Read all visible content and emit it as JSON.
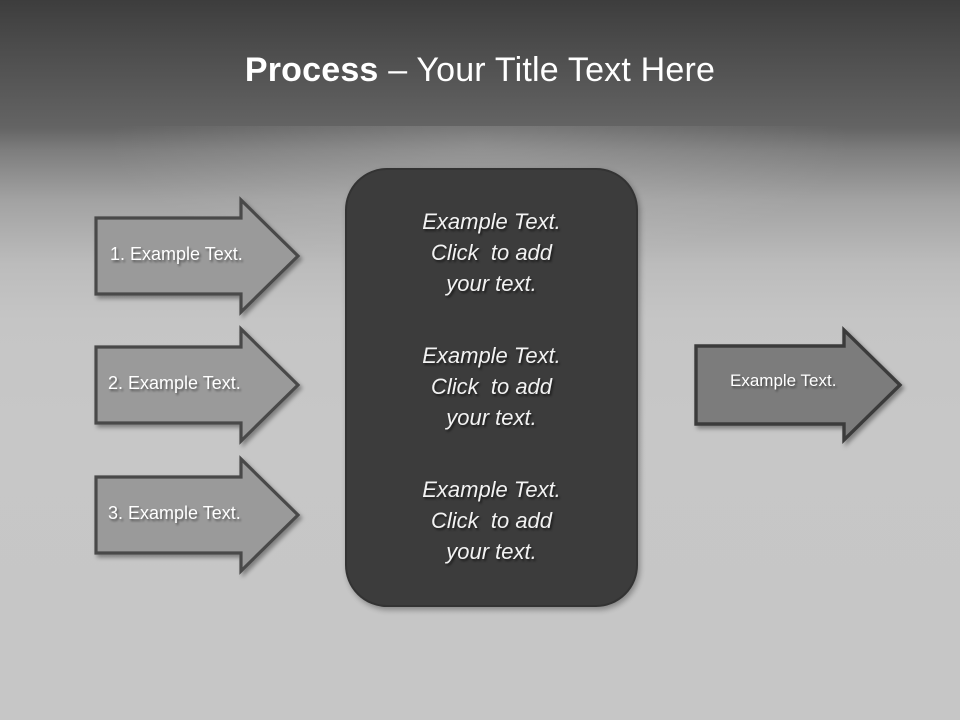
{
  "slide": {
    "title_bold": "Process",
    "title_rest": " – Your Title Text Here",
    "background_top_color": "#3d3d3d",
    "background_band_color": "#646464",
    "background_body_color": "#c6c6c6"
  },
  "center_panel": {
    "fill_color": "#3c3c3c",
    "border_color": "#333333",
    "blocks": [
      {
        "text": "Example Text.\nClick  to add\nyour text."
      },
      {
        "text": "Example Text.\nClick  to add\nyour text."
      },
      {
        "text": "Example Text.\nClick  to add\nyour text."
      }
    ]
  },
  "input_arrows": {
    "fill_color": "#9a9a9a",
    "border_color": "#4a4a4a",
    "items": [
      {
        "label": "1. Example Text."
      },
      {
        "label": "2. Example Text."
      },
      {
        "label": "3. Example Text."
      }
    ]
  },
  "output_arrow": {
    "fill_color": "#7c7c7c",
    "border_color": "#3a3a3a",
    "label": "Example Text."
  }
}
